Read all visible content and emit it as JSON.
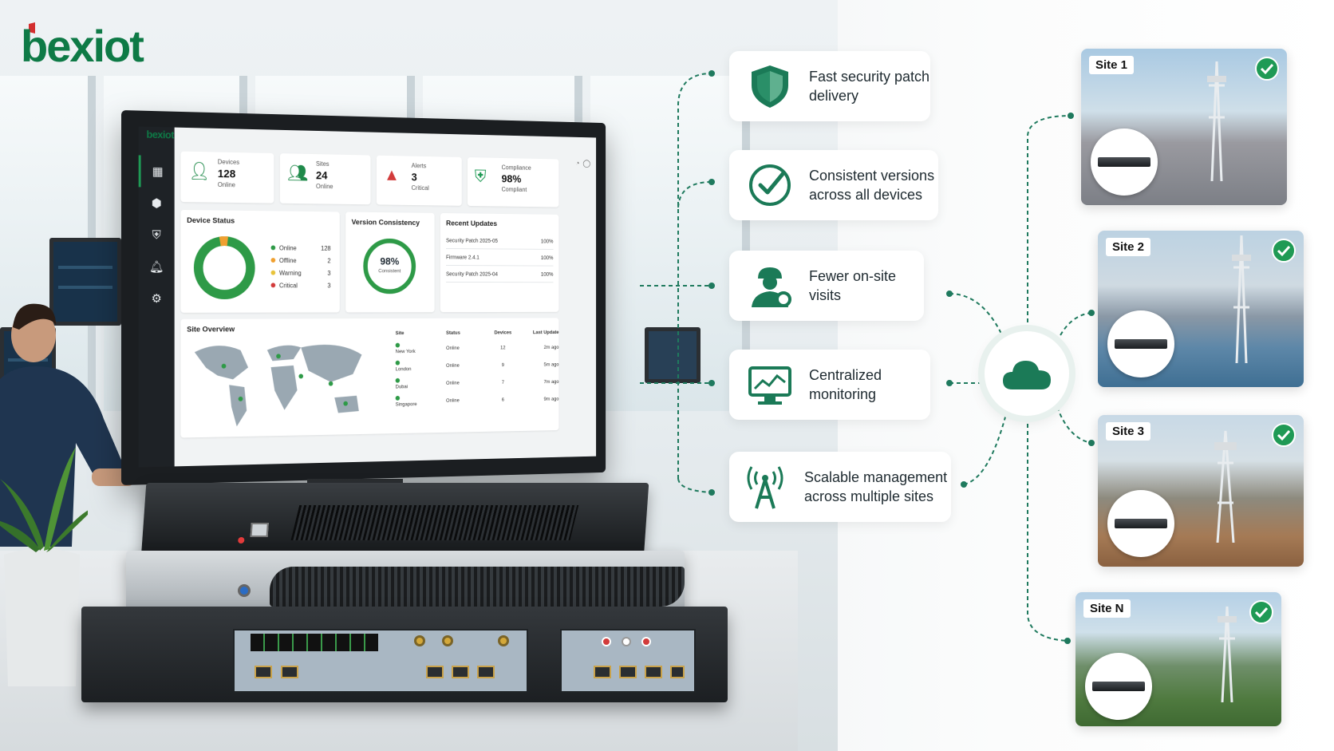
{
  "brand": {
    "logo_text": "bexiot",
    "accent": "#0e7a46"
  },
  "dashboard": {
    "brand": "bexiot",
    "sidebar_icons": [
      "dashboard-icon",
      "device-icon",
      "shield-icon",
      "bell-icon",
      "gear-icon"
    ],
    "kpis": [
      {
        "label": "Devices",
        "value": "128",
        "sub": "Online"
      },
      {
        "label": "Sites",
        "value": "24",
        "sub": "Online"
      },
      {
        "label": "Alerts",
        "value": "3",
        "sub": "Critical"
      },
      {
        "label": "Compliance",
        "value": "98%",
        "sub": "Compliant"
      }
    ],
    "device_status": {
      "title": "Device Status",
      "legend": [
        {
          "label": "Online",
          "value": "128",
          "color": "#2e9a47"
        },
        {
          "label": "Offline",
          "value": "2",
          "color": "#f0a030"
        },
        {
          "label": "Warning",
          "value": "3",
          "color": "#e8c33a"
        },
        {
          "label": "Critical",
          "value": "3",
          "color": "#d23b3b"
        }
      ]
    },
    "version_consistency": {
      "title": "Version Consistency",
      "value": "98%",
      "sub": "Consistent"
    },
    "recent_updates": {
      "title": "Recent Updates",
      "items": [
        {
          "name": "Security Patch 2025-05",
          "pct": "100%"
        },
        {
          "name": "Firmware 2.4.1",
          "pct": "100%"
        },
        {
          "name": "Security Patch 2025-04",
          "pct": "100%"
        }
      ]
    },
    "site_overview": {
      "title": "Site Overview",
      "columns": [
        "Site",
        "Status",
        "Devices",
        "Last Update"
      ],
      "rows": [
        {
          "site": "New York",
          "status": "Online",
          "devices": "12",
          "last": "2m ago"
        },
        {
          "site": "London",
          "status": "Online",
          "devices": "9",
          "last": "5m ago"
        },
        {
          "site": "Dubai",
          "status": "Online",
          "devices": "7",
          "last": "7m ago"
        },
        {
          "site": "Singapore",
          "status": "Online",
          "devices": "6",
          "last": "9m ago"
        }
      ]
    }
  },
  "features": [
    {
      "text": "Fast security patch delivery",
      "icon": "shield-icon"
    },
    {
      "text": "Consistent versions across all devices",
      "icon": "check-circle-icon"
    },
    {
      "text": "Fewer on-site visits",
      "icon": "engineer-icon"
    },
    {
      "text": "Centralized monitoring",
      "icon": "monitor-chart-icon"
    },
    {
      "text": "Scalable management across multiple sites",
      "icon": "antenna-icon"
    }
  ],
  "hub": {
    "icon": "cloud-icon"
  },
  "sites": [
    {
      "label": "Site 1",
      "scene": "city-rooftop"
    },
    {
      "label": "Site 2",
      "scene": "harbor-skyline"
    },
    {
      "label": "Site 3",
      "scene": "mountain"
    },
    {
      "label": "Site N",
      "scene": "rural-valley"
    }
  ],
  "colors": {
    "green": "#1b7a57",
    "teal": "#2c8a74",
    "check": "#1f9a55"
  }
}
